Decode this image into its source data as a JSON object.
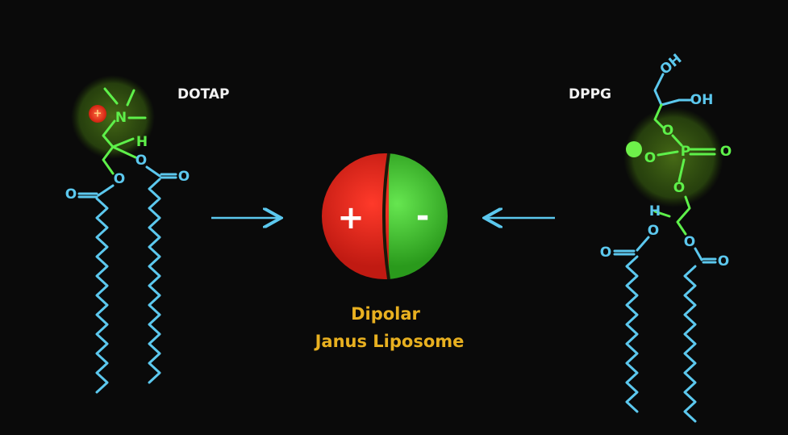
{
  "left_molecule": {
    "name": "DOTAP",
    "charge": "+",
    "atoms": {
      "n": "N",
      "h": "H",
      "o1": "O",
      "o2": "O",
      "o3": "O",
      "o4": "O"
    }
  },
  "right_molecule": {
    "name": "DPPG",
    "atoms": {
      "oh1": "OH",
      "oh2": "OH",
      "o1": "O",
      "o2": "O",
      "p": "P",
      "o3": "O",
      "o4": "O",
      "h": "H",
      "o5": "O",
      "o6": "O",
      "o7": "O",
      "o8": "O"
    }
  },
  "liposome": {
    "plus": "+",
    "minus": "-",
    "caption_line1": "Dipolar",
    "caption_line2": "Janus Liposome"
  },
  "colors": {
    "positive": "#e0241c",
    "negative": "#3fcf2a",
    "headgroup": "#5ef04a",
    "tail": "#5cc8ee",
    "caption": "#e8b020"
  }
}
